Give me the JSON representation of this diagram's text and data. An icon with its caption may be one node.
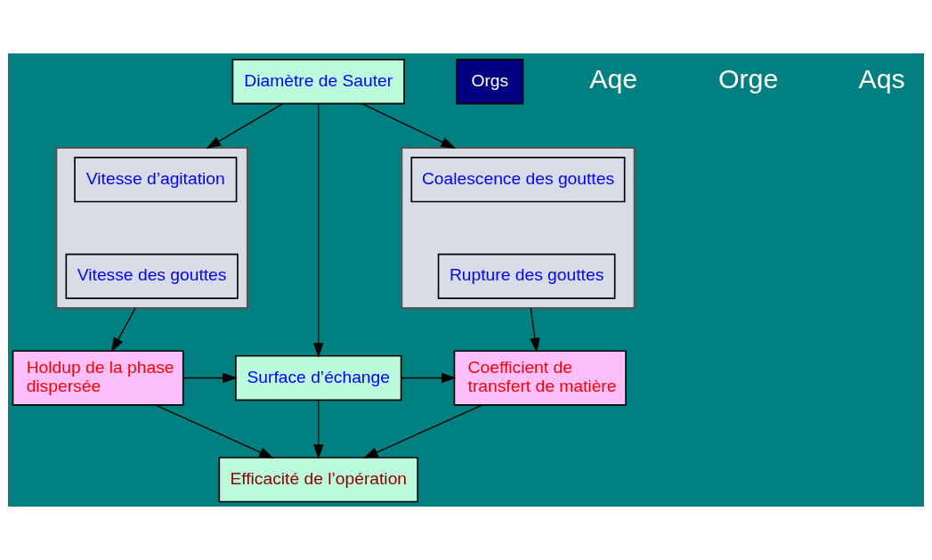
{
  "diagram": {
    "nodes": [
      {
        "text": [
          "Diamètre de Sauter"
        ]
      },
      {
        "text": [],
        "shape": "box"
      },
      {
        "text": [
          "Vitesse d’agitation"
        ],
        "in": 1
      },
      {
        "text": [
          "Vitesse des gouttes"
        ],
        "in": 1
      },
      {
        "text": [],
        "shape": "box"
      },
      {
        "text": [
          "Coalescence des gouttes"
        ],
        "in": 4
      },
      {
        "text": [
          "Rupture des gouttes"
        ],
        "in": 4
      },
      {
        "text": [
          "Holdup de la phase dispersée"
        ]
      },
      {
        "text": [
          "Surface d’échange"
        ]
      },
      {
        "text": [
          "Coefficient de transfert de matière"
        ]
      },
      {
        "text": [
          "Efficacité de l’opération"
        ]
      },
      {
        "text": [
          "Orgs"
        ]
      }
    ],
    "edges": [
      {
        "from": 0,
        "to": 1,
        "arrow": "to"
      },
      {
        "from": 0,
        "to": 4,
        "arrow": "to"
      },
      {
        "from": 0,
        "to": 8,
        "arrow": "to"
      },
      {
        "from": 1,
        "to": 7,
        "arrow": "to"
      },
      {
        "from": 4,
        "to": 9,
        "arrow": "to"
      },
      {
        "from": 7,
        "to": 8,
        "arrow": "to"
      },
      {
        "from": 8,
        "to": 9,
        "arrow": "to"
      },
      {
        "from": 8,
        "to": 10,
        "arrow": "to"
      },
      {
        "from": 7,
        "to": 10,
        "arrow": "to"
      },
      {
        "from": 9,
        "to": 10,
        "arrow": "to"
      }
    ],
    "labels": [
      "Aqe",
      "Orge",
      "Aqs"
    ]
  }
}
